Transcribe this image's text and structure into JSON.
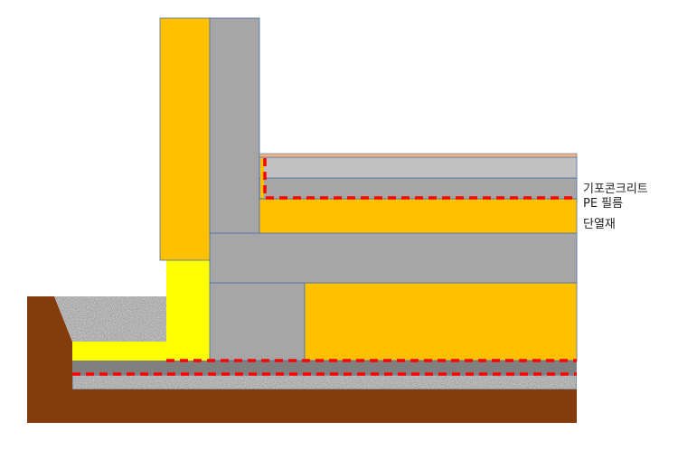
{
  "labels": {
    "foam_concrete": "기포콘크리트",
    "pe_film": "PE 필름",
    "insulation": "단열재"
  },
  "colors": {
    "soil": "#843C0C",
    "concrete": "#A6A6A6",
    "foam_concrete": "#C0C0C0",
    "insulation": "#FFC000",
    "yellow_insulation": "#FFFF00",
    "pe_film": "#FF0000",
    "finish": "#F4B183",
    "lean_concrete": "#808080",
    "outline": "#4A6FA5"
  }
}
